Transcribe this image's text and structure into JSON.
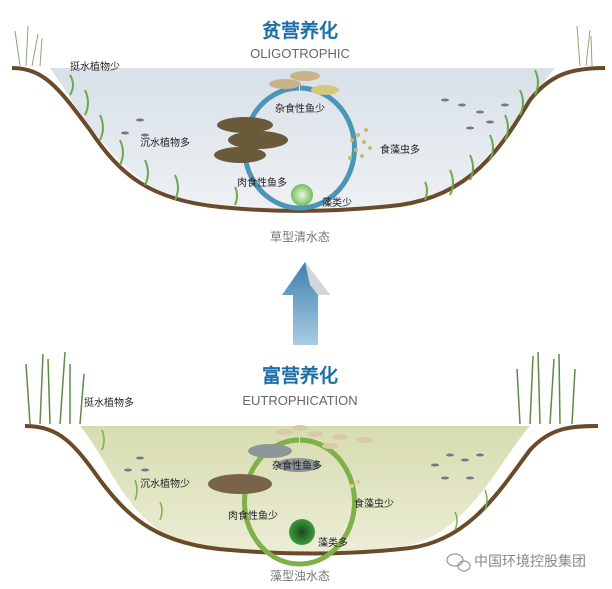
{
  "oligotrophic": {
    "title_cn": "贫营养化",
    "title_en": "OLIGOTROPHIC",
    "emergent_plants": "挺水植物少",
    "submerged_plants": "沉水植物多",
    "omnivorous_fish": "杂食性鱼少",
    "algae_eating_zooplankton": "食藻虫多",
    "carnivorous_fish": "肉食性鱼多",
    "algae": "藻类少",
    "state": "草型清水态",
    "water_color": "#dfe6ec",
    "cycle_color": "#4a95b8"
  },
  "eutrophication": {
    "title_cn": "富营养化",
    "title_en": "EUTROPHICATION",
    "emergent_plants": "挺水植物多",
    "submerged_plants": "沉水植物少",
    "omnivorous_fish": "杂食性鱼多",
    "algae_eating_zooplankton": "食藻虫少",
    "carnivorous_fish": "肉食性鱼少",
    "algae": "藻类多",
    "state": "藻型浊水态",
    "water_color": "#dfe2c0",
    "cycle_color": "#7fb04a"
  },
  "watermark": "中国环境控股集团"
}
